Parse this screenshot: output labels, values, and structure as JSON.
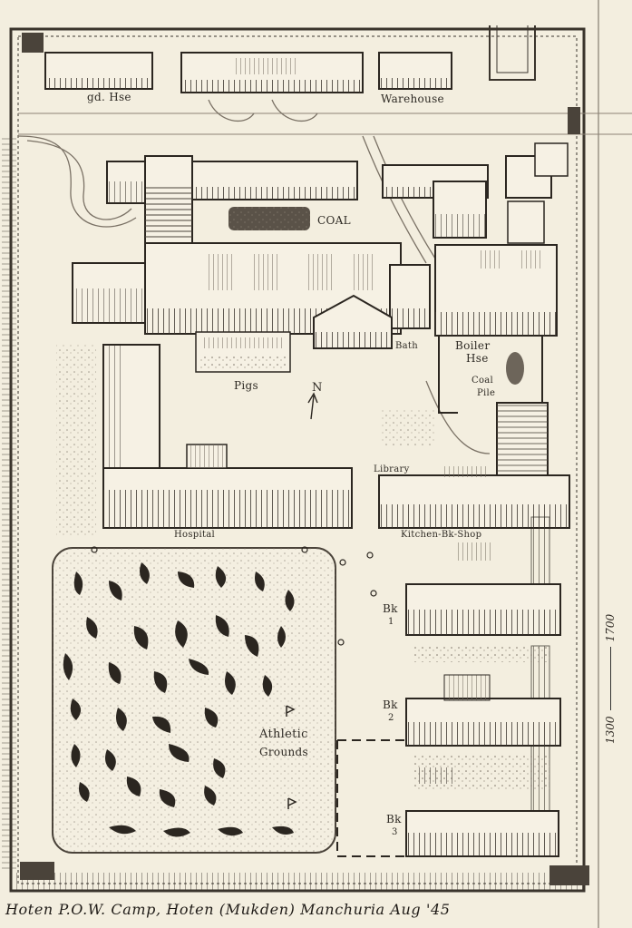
{
  "caption": "Hoten P.O.W. Camp, Hoten (Mukden) Manchuria Aug '45",
  "labels": {
    "guard_house": "gd. Hse",
    "warehouse": "Warehouse",
    "coal": "COAL",
    "pigs": "Pigs",
    "north": "N",
    "bath": "Bath",
    "boiler_house_line1": "Boiler",
    "boiler_house_line2": "Hse",
    "coal_pile_line1": "Coal",
    "coal_pile_line2": "Pile",
    "hospital": "Hospital",
    "library": "Library",
    "kitchen": "Kitchen-Bk-Shop",
    "bk1_a": "Bk",
    "bk1_b": "1",
    "bk2_a": "Bk",
    "bk2_b": "2",
    "bk3_a": "Bk",
    "bk3_b": "3",
    "athletic_line1": "Athletic",
    "athletic_line2": "Grounds"
  },
  "scale": {
    "left": "1300",
    "right": "1700"
  },
  "colors": {
    "paper": "#f3eedf",
    "ink": "#2b2620",
    "shade": "#6d655a"
  }
}
